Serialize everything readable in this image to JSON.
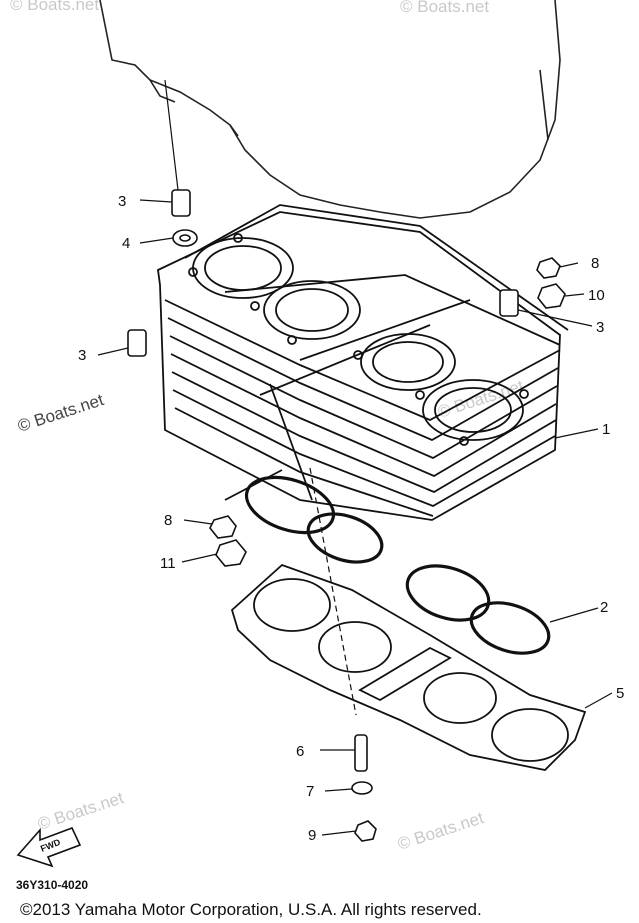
{
  "diagram": {
    "callouts": [
      {
        "id": "c1",
        "label": "1"
      },
      {
        "id": "c2",
        "label": "2"
      },
      {
        "id": "c3a",
        "label": "3"
      },
      {
        "id": "c3b",
        "label": "3"
      },
      {
        "id": "c3c",
        "label": "3"
      },
      {
        "id": "c4",
        "label": "4"
      },
      {
        "id": "c5",
        "label": "5"
      },
      {
        "id": "c6",
        "label": "6"
      },
      {
        "id": "c7",
        "label": "7"
      },
      {
        "id": "c8a",
        "label": "8"
      },
      {
        "id": "c8b",
        "label": "8"
      },
      {
        "id": "c9",
        "label": "9"
      },
      {
        "id": "c10",
        "label": "10"
      },
      {
        "id": "c11",
        "label": "11"
      }
    ],
    "watermark": "© Boats.net",
    "find_label": "FWD"
  },
  "footer": {
    "part_number": "36Y310-4020",
    "copyright": "©2013 Yamaha Motor Corporation, U.S.A. All rights reserved."
  }
}
